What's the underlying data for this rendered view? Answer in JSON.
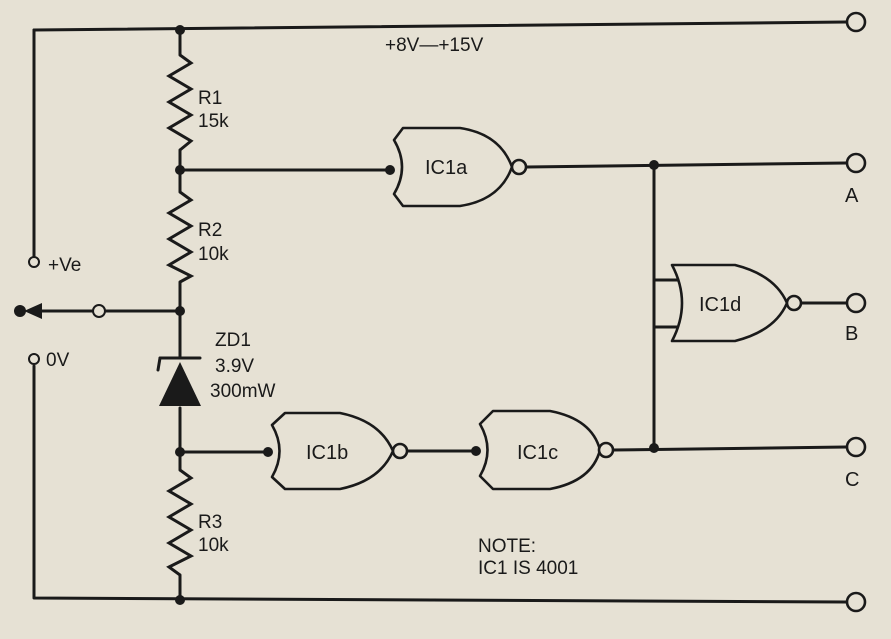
{
  "supply": {
    "range": "+8V—+15V"
  },
  "resistors": [
    {
      "ref": "R1",
      "value": "15k"
    },
    {
      "ref": "R2",
      "value": "10k"
    },
    {
      "ref": "R3",
      "value": "10k"
    }
  ],
  "zener": {
    "ref": "ZD1",
    "voltage": "3.9V",
    "power": "300mW"
  },
  "gates": {
    "a": "IC1a",
    "b": "IC1b",
    "c": "IC1c",
    "d": "IC1d"
  },
  "inputs": {
    "positive": "+Ve",
    "zero": "0V"
  },
  "outputs": {
    "a": "A",
    "b": "B",
    "c": "C"
  },
  "note": {
    "line1": "NOTE:",
    "line2": "IC1 IS 4001"
  }
}
